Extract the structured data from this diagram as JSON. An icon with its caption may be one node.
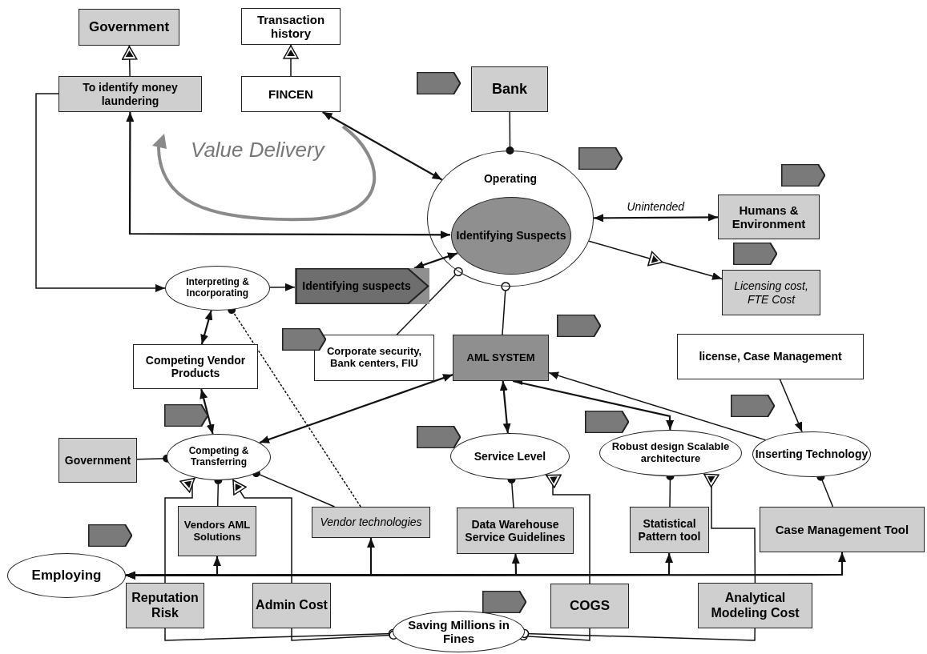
{
  "diagram": {
    "nodes": [
      {
        "text": [
          "Government"
        ]
      },
      {
        "text": [
          "Transaction history"
        ]
      },
      {
        "text": [
          "To identify money laundering"
        ]
      },
      {
        "text": [
          "FINCEN"
        ]
      },
      {
        "text": [
          "Bank"
        ]
      },
      {
        "text": [
          "Operating"
        ]
      },
      {
        "text": [
          "Identifying Suspects"
        ],
        "in": 5
      },
      {
        "text": [
          "Humans & Environment"
        ]
      },
      {
        "text": [
          "Interpreting & Incorporating"
        ]
      },
      {
        "text": [
          "Identifying suspects"
        ]
      },
      {
        "text": [
          "Licensing cost, FTE Cost"
        ]
      },
      {
        "text": [
          "Competing Vendor Products"
        ]
      },
      {
        "text": [
          "Corporate security, Bank centers, FIU"
        ]
      },
      {
        "text": [
          "AML SYSTEM"
        ]
      },
      {
        "text": [
          "license, Case Management"
        ]
      },
      {
        "text": [
          "Government"
        ]
      },
      {
        "text": [
          "Competing & Transferring"
        ]
      },
      {
        "text": [
          "Service Level"
        ]
      },
      {
        "text": [
          "Robust design Scalable architecture"
        ]
      },
      {
        "text": [
          "Inserting Technology"
        ]
      },
      {
        "text": [
          "Vendors AML Solutions"
        ]
      },
      {
        "text": [
          "Vendor technologies"
        ]
      },
      {
        "text": [
          "Data Warehouse Service Guidelines"
        ]
      },
      {
        "text": [
          "Statistical Pattern tool"
        ]
      },
      {
        "text": [
          "Case Management Tool"
        ]
      },
      {
        "text": [
          "Employing"
        ]
      },
      {
        "text": [
          "Reputation Risk"
        ]
      },
      {
        "text": [
          "Admin Cost"
        ]
      },
      {
        "text": [
          "COGS"
        ]
      },
      {
        "text": [
          "Analytical Modeling Cost"
        ]
      },
      {
        "text": [
          "Saving Millions in Fines"
        ]
      },
      {
        "text": [],
        "shape": "tag"
      },
      {
        "text": [],
        "shape": "tag"
      },
      {
        "text": [],
        "shape": "tag"
      },
      {
        "text": [],
        "shape": "tag"
      },
      {
        "text": [],
        "shape": "tag"
      },
      {
        "text": [],
        "shape": "tag"
      },
      {
        "text": [],
        "shape": "tag"
      },
      {
        "text": [],
        "shape": "tag"
      },
      {
        "text": [],
        "shape": "tag"
      },
      {
        "text": [],
        "shape": "tag"
      },
      {
        "text": [],
        "shape": "tag"
      },
      {
        "text": [],
        "shape": "tag"
      }
    ],
    "edges": [
      {
        "from": 2,
        "to": 0,
        "arrow": "to"
      },
      {
        "from": 3,
        "to": 1,
        "arrow": "to"
      },
      {
        "from": 3,
        "to": 5,
        "arrow": "both"
      },
      {
        "from": 4,
        "to": 5,
        "arrow": "other"
      },
      {
        "from": 2,
        "to": 6,
        "arrow": "both"
      },
      {
        "from": 2,
        "to": 8,
        "arrow": "to"
      },
      {
        "from": 5,
        "to": 7,
        "arrow": "both",
        "label": "Unintended"
      },
      {
        "from": 8,
        "to": 9,
        "arrow": "to"
      },
      {
        "from": 9,
        "to": 6,
        "arrow": "both"
      },
      {
        "from": 5,
        "to": 10,
        "arrow": "to"
      },
      {
        "from": 12,
        "to": 5,
        "arrow": "other"
      },
      {
        "from": 13,
        "to": 5,
        "arrow": "other"
      },
      {
        "from": 8,
        "to": 11,
        "arrow": "both"
      },
      {
        "from": 21,
        "to": 8,
        "arrow": "other",
        "style": "dashed"
      },
      {
        "from": 11,
        "to": 16,
        "arrow": "both"
      },
      {
        "from": 13,
        "to": 16,
        "arrow": "both"
      },
      {
        "from": 13,
        "to": 17,
        "arrow": "both"
      },
      {
        "from": 13,
        "to": 18,
        "arrow": "both"
      },
      {
        "from": 19,
        "to": 13,
        "arrow": "to"
      },
      {
        "from": 14,
        "to": 19,
        "arrow": "to"
      },
      {
        "from": 15,
        "to": 16,
        "arrow": "other"
      },
      {
        "from": 20,
        "to": 16,
        "arrow": "other"
      },
      {
        "from": 21,
        "to": 16,
        "arrow": "other"
      },
      {
        "from": 22,
        "to": 17,
        "arrow": "other"
      },
      {
        "from": 23,
        "to": 18,
        "arrow": "other"
      },
      {
        "from": 24,
        "to": 19,
        "arrow": "other"
      },
      {
        "from": 25,
        "to": 20,
        "arrow": "both"
      },
      {
        "from": 25,
        "to": 21,
        "arrow": "both"
      },
      {
        "from": 25,
        "to": 22,
        "arrow": "both"
      },
      {
        "from": 25,
        "to": 23,
        "arrow": "both"
      },
      {
        "from": 25,
        "to": 24,
        "arrow": "both"
      },
      {
        "from": 26,
        "to": 16,
        "arrow": "to"
      },
      {
        "from": 27,
        "to": 16,
        "arrow": "to"
      },
      {
        "from": 28,
        "to": 17,
        "arrow": "to"
      },
      {
        "from": 29,
        "to": 18,
        "arrow": "to"
      },
      {
        "from": 26,
        "to": 30,
        "arrow": "other"
      },
      {
        "from": 27,
        "to": 30,
        "arrow": "other"
      },
      {
        "from": 28,
        "to": 30,
        "arrow": "other"
      },
      {
        "from": 29,
        "to": 30,
        "arrow": "other"
      }
    ],
    "labels": [
      "Value Delivery"
    ]
  }
}
